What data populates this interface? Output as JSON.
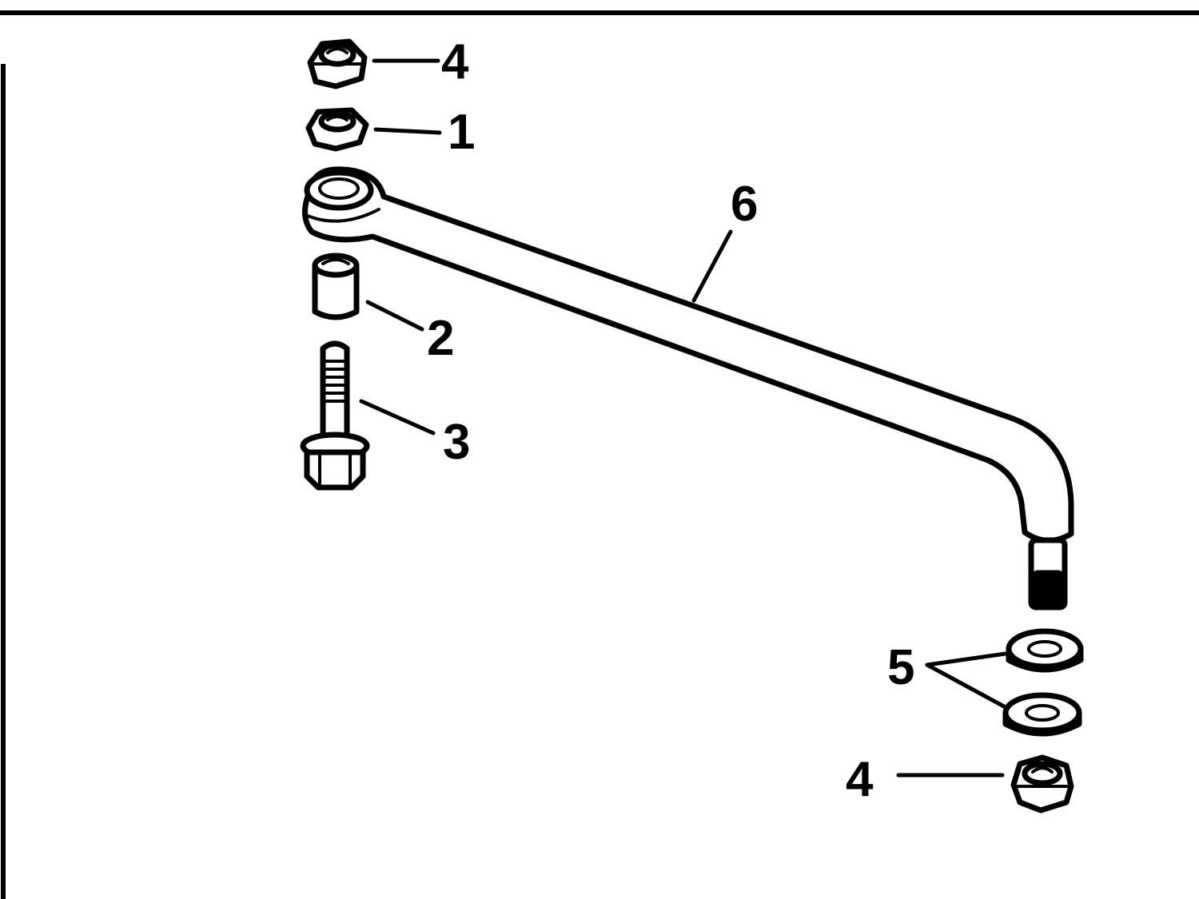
{
  "colors": {
    "ink": "#000000",
    "paper": "#ffffff"
  },
  "callouts": {
    "nut_top": "4",
    "washer_top": "1",
    "bushing": "2",
    "bolt": "3",
    "link_rod": "6",
    "washers_bottom": "5",
    "nut_bottom": "4"
  }
}
